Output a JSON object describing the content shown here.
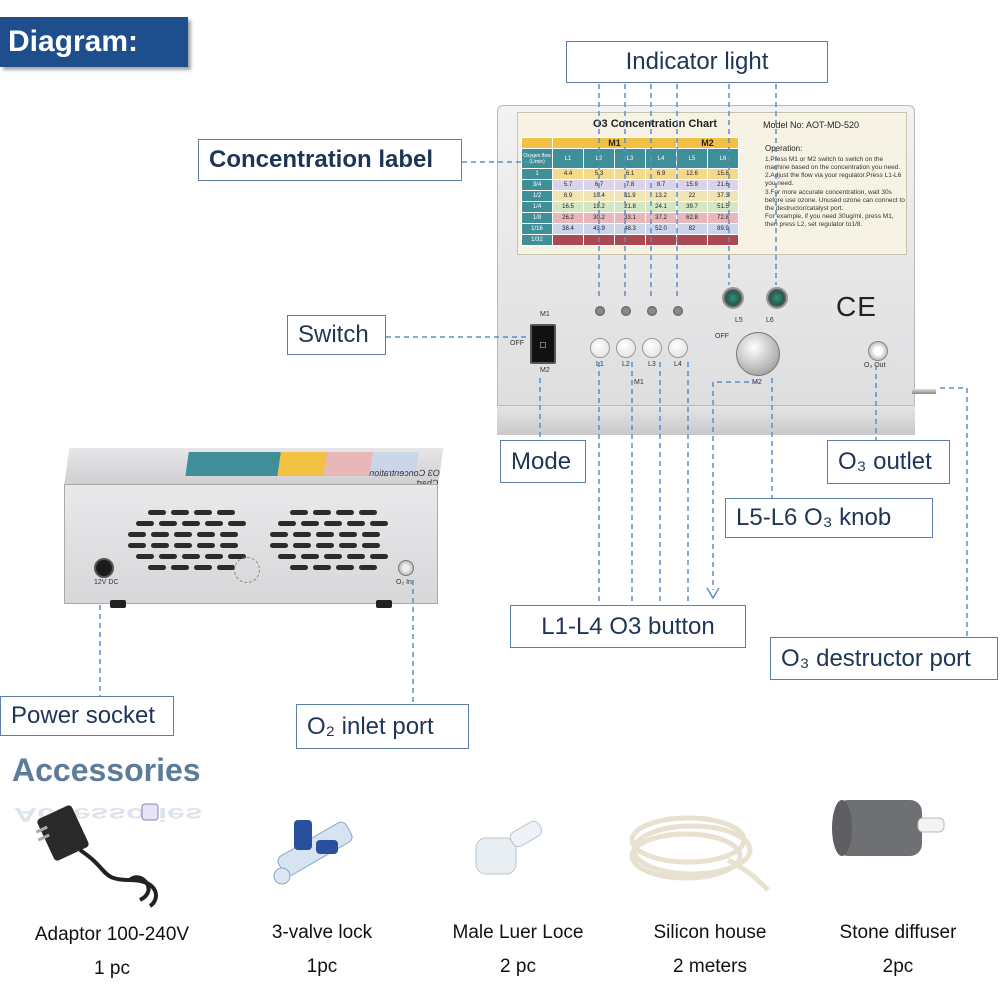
{
  "header": {
    "title": "Diagram:"
  },
  "callouts": {
    "indicator_light": "Indicator light",
    "concentration_label": "Concentration label",
    "switch": "Switch",
    "mode": "Mode",
    "o3_outlet": "O₃ outlet",
    "knob": "L5-L6 O₃ knob",
    "l1_l4_button": "L1-L4 O3 button",
    "destructor_port": "O₃ destructor port",
    "power_socket": "Power socket",
    "o2_inlet": "O₂ inlet port"
  },
  "device_front": {
    "chart_title": "O3 Concentration Chart",
    "model": "Model No: AOT-MD-520",
    "group_m1": "M1",
    "group_m2": "M2",
    "columns": [
      "L1",
      "L2",
      "L3",
      "L4",
      "L5",
      "L6"
    ],
    "flow_header": "Oxygen flow (L/min)",
    "rows": [
      {
        "flow": "1",
        "values": [
          "4.4",
          "5.3",
          "6.1",
          "6.9",
          "12.6",
          "15.8"
        ]
      },
      {
        "flow": "3/4",
        "values": [
          "5.7",
          "6.7",
          "7.8",
          "8.7",
          "15.9",
          "21.6"
        ]
      },
      {
        "flow": "1/2",
        "values": [
          "8.9",
          "10.4",
          "11.9",
          "13.2",
          "22",
          "37.3"
        ]
      },
      {
        "flow": "1/4",
        "values": [
          "16.5",
          "19.2",
          "21.8",
          "24.1",
          "39.7",
          "51.5"
        ]
      },
      {
        "flow": "1/8",
        "values": [
          "26.2",
          "30.2",
          "33.1",
          "37.2",
          "62.8",
          "72.8"
        ]
      },
      {
        "flow": "1/16",
        "values": [
          "38.4",
          "43.9",
          "48.3",
          "52.0",
          "82",
          "89.9"
        ]
      },
      {
        "flow": "1/32",
        "values": [
          "",
          "",
          "",
          "",
          "",
          ""
        ]
      }
    ],
    "operation_title": "Operation:",
    "operation_text": "1.Press M1 or M2 switch to switch on the machine based on the concentration you need.\n2.Adjust the flow via your regulator.Press L1-L6 you need.\n3.For more accurate concentration, wait 30s before use ozone. Unused ozone can connect to the destructor/catalyst port.\nFor example, if you need 30ug/ml, press M1, then press L2, set regulator to1/8.",
    "ce_mark": "CE",
    "switch_m1": "M1",
    "switch_off": "OFF",
    "switch_m2": "M2",
    "button_labels": [
      "L1",
      "L2",
      "L3",
      "L4"
    ],
    "buttons_group": "M1",
    "knob_l5": "L5",
    "knob_l6": "L6",
    "knob_off": "OFF",
    "knob_group": "M2",
    "outlet_label": "O₃ Out"
  },
  "device_back": {
    "power_label": "12V DC",
    "inlet_label": "O₂ In",
    "chart_title_mirrored": "O3 Concentration Chart"
  },
  "accessories": {
    "title": "Accessories",
    "items": [
      {
        "name": "Adaptor 100-240V",
        "qty": "1 pc"
      },
      {
        "name": "3-valve lock",
        "qty": "1pc"
      },
      {
        "name": "Male Luer Loce",
        "qty": "2 pc"
      },
      {
        "name": "Silicon house",
        "qty": "2 meters"
      },
      {
        "name": "Stone diffuser",
        "qty": "2pc"
      }
    ]
  },
  "colors": {
    "header_bg": "#1f4e8c",
    "callout_text": "#1e3555",
    "leader_line": "#5b8ec9",
    "chart_yellow": "#f2c144",
    "chart_teal": "#3f8f99"
  }
}
